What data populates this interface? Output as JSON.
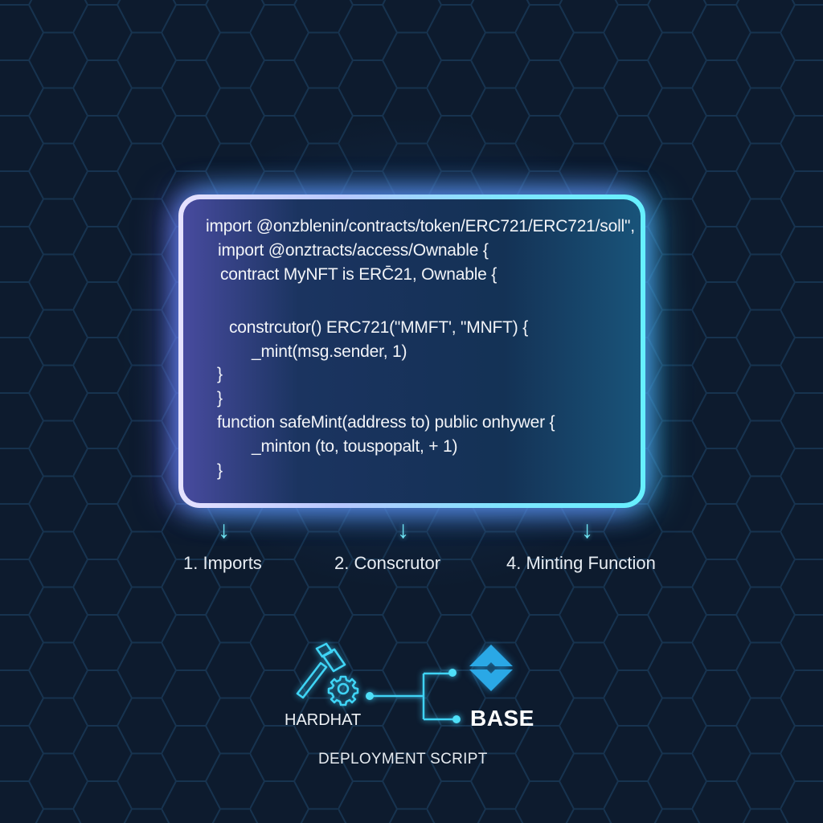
{
  "code_block": {
    "lines": [
      "import @onzblenin/contracts/token/ERC721/ERC721/soll\",",
      "import @onztracts/access/Ownable {",
      "contract MyNFT is ERC̄21, Ownable {",
      "constrcutor() ERC721(\"MMFT', \"MNFT) {",
      "_mint(msg.sender, 1)",
      "}",
      "}",
      "function safeMint(address to) public onhywer {",
      "_minton (to, touspopalt, + 1)",
      "}"
    ]
  },
  "steps": [
    {
      "arrow": "↓",
      "label": "1. Imports"
    },
    {
      "arrow": "↓",
      "label": "2. Conscrutor"
    },
    {
      "arrow": "↓",
      "label": "4. Minting Function"
    }
  ],
  "deployment": {
    "source": {
      "icon": "hammer-gear-icon",
      "label": "HARDHAT"
    },
    "target": {
      "icon": "base-diamond-icon",
      "label": "BASE"
    },
    "caption": "DEPLOYMENT SCRIPT"
  },
  "colors": {
    "background": "#0d1b2e",
    "hex_lines": "#17334f",
    "frame_left": "#e6e2ff",
    "frame_right": "#66f0ff",
    "accent_cyan": "#3fd4f5",
    "base_blue": "#2aa8e6",
    "text": "#f2f4f8"
  }
}
